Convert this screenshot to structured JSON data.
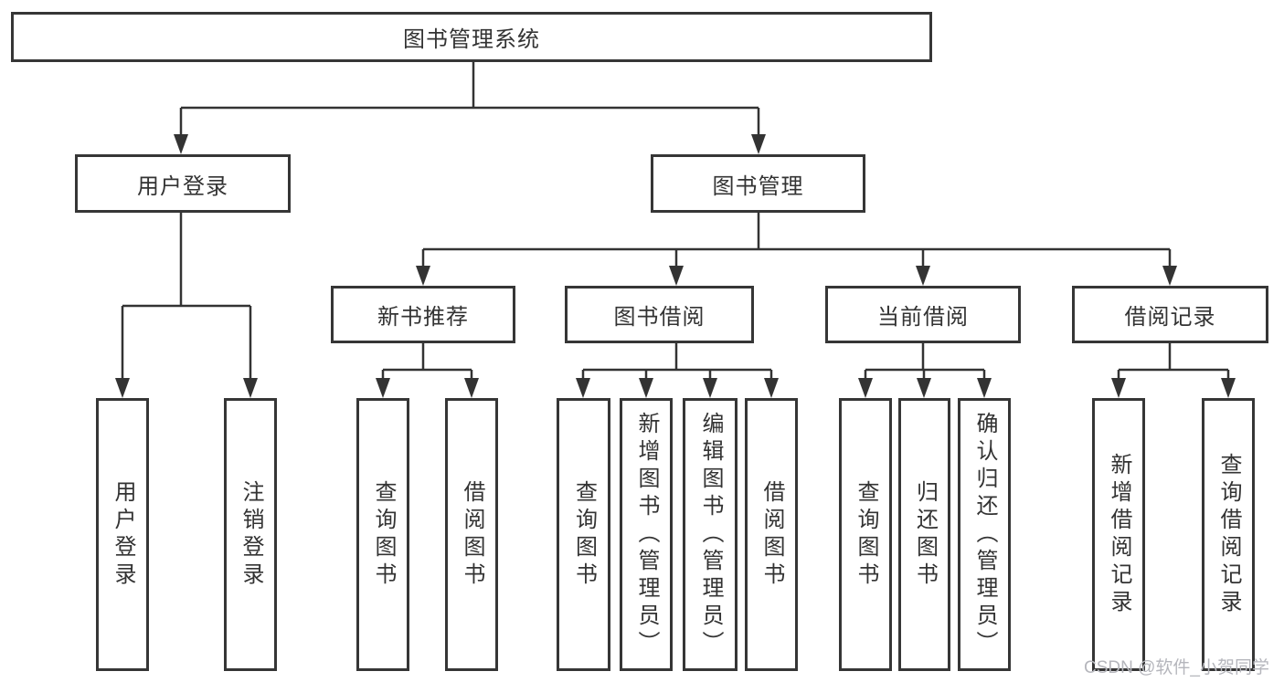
{
  "diagram_title": "图书管理系统",
  "colors": {
    "line": "#333333",
    "box_border": "#363636",
    "text": "#333333",
    "watermark": "#b5b6bc",
    "background": "#ffffff"
  },
  "tree": {
    "label": "图书管理系统",
    "children": [
      {
        "label": "用户登录",
        "children": [
          {
            "label": "用户登录"
          },
          {
            "label": "注销登录"
          }
        ]
      },
      {
        "label": "图书管理",
        "children": [
          {
            "label": "新书推荐",
            "children": [
              {
                "label": "查询图书"
              },
              {
                "label": "借阅图书"
              }
            ]
          },
          {
            "label": "图书借阅",
            "children": [
              {
                "label": "查询图书"
              },
              {
                "label": "新增图书（管理员）"
              },
              {
                "label": "编辑图书（管理员）"
              },
              {
                "label": "借阅图书"
              }
            ]
          },
          {
            "label": "当前借阅",
            "children": [
              {
                "label": "查询图书"
              },
              {
                "label": "归还图书"
              },
              {
                "label": "确认归还（管理员）"
              }
            ]
          },
          {
            "label": "借阅记录",
            "children": [
              {
                "label": "新增借阅记录"
              },
              {
                "label": "查询借阅记录"
              }
            ]
          }
        ]
      }
    ]
  },
  "watermark": "CSDN @软件_小贺同学"
}
